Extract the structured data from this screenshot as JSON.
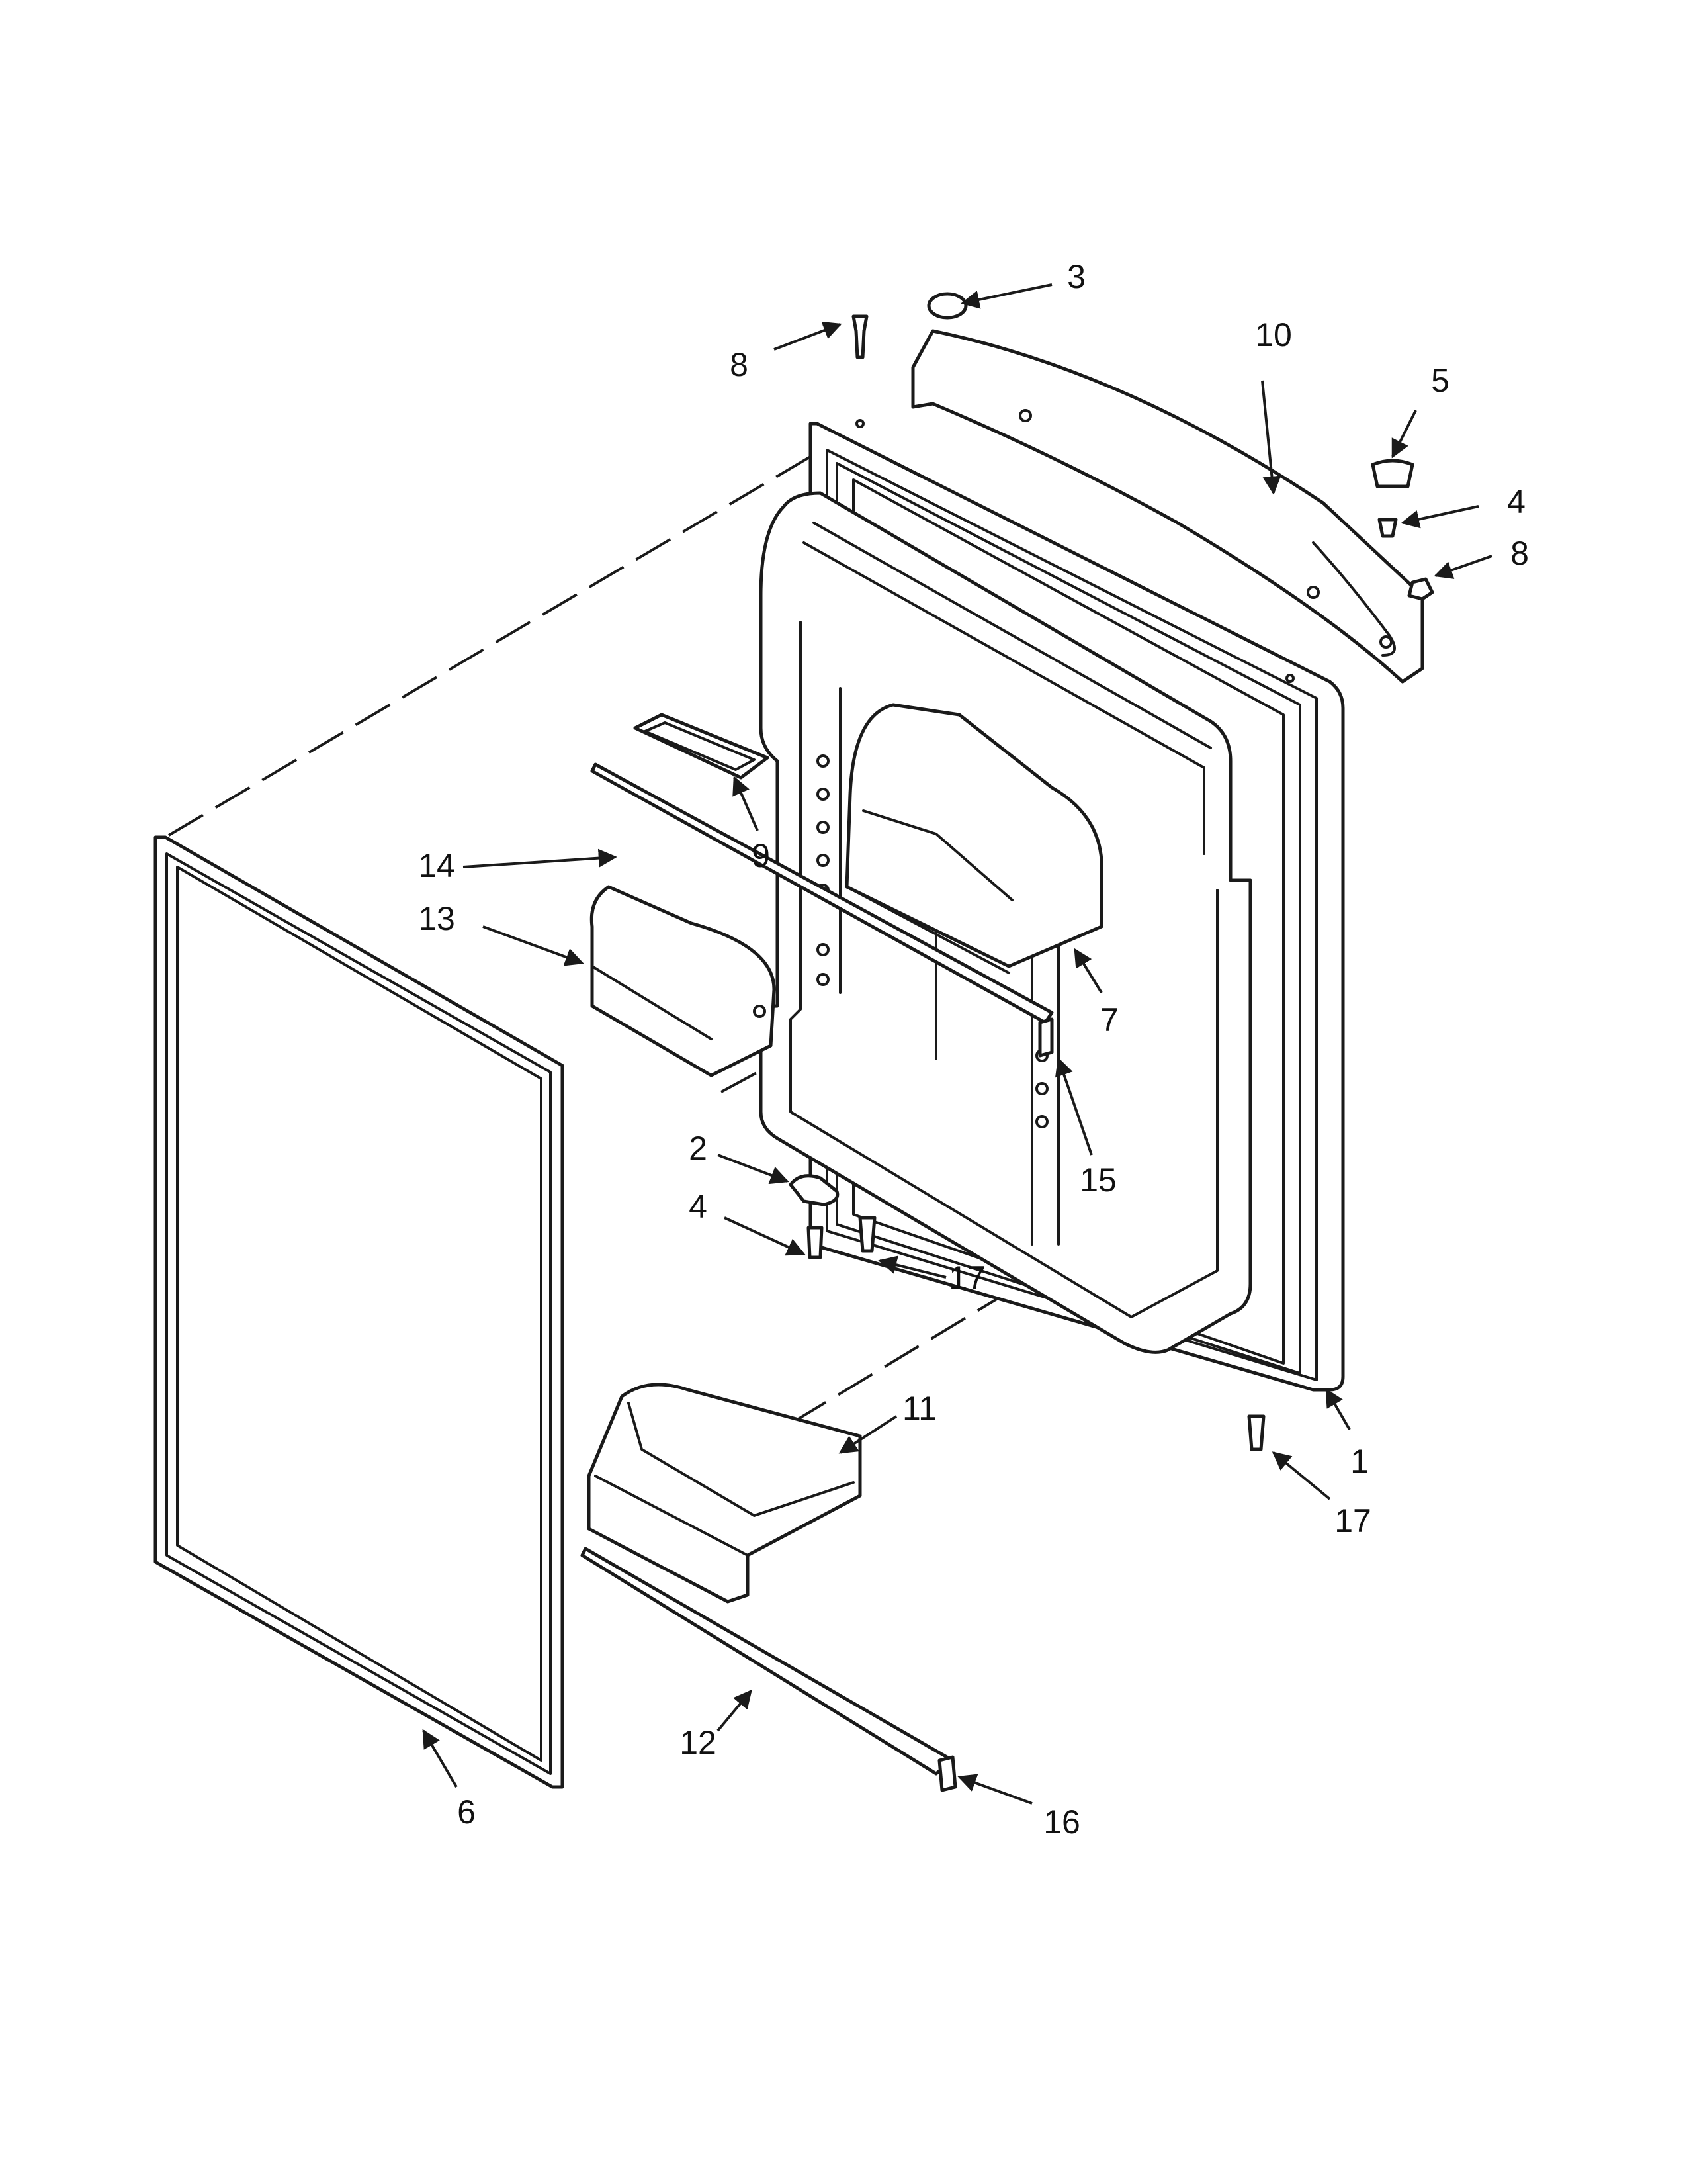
{
  "diagram": {
    "callouts": [
      {
        "id": "c3",
        "label": "3"
      },
      {
        "id": "c8a",
        "label": "8"
      },
      {
        "id": "c10",
        "label": "10"
      },
      {
        "id": "c5",
        "label": "5"
      },
      {
        "id": "c4a",
        "label": "4"
      },
      {
        "id": "c8b",
        "label": "8"
      },
      {
        "id": "c9",
        "label": "9"
      },
      {
        "id": "c14",
        "label": "14"
      },
      {
        "id": "c13",
        "label": "13"
      },
      {
        "id": "c7",
        "label": "7"
      },
      {
        "id": "c15",
        "label": "15"
      },
      {
        "id": "c2",
        "label": "2"
      },
      {
        "id": "c4b",
        "label": "4"
      },
      {
        "id": "c17a",
        "label": "17"
      },
      {
        "id": "c11",
        "label": "11"
      },
      {
        "id": "c1",
        "label": "1"
      },
      {
        "id": "c17b",
        "label": "17"
      },
      {
        "id": "c12",
        "label": "12"
      },
      {
        "id": "c6",
        "label": "6"
      },
      {
        "id": "c16",
        "label": "16"
      }
    ]
  }
}
